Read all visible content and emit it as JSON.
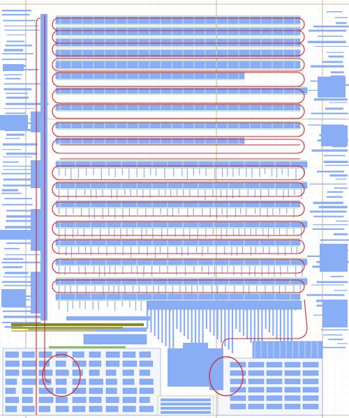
{
  "view": {
    "kind": "ic-layout-routing-view",
    "palette": {
      "background": "#ffffff",
      "grid": "#b5bdd0",
      "cell_fill": "#8aaef5",
      "cell_edge": "#5f8ef0",
      "net_red": "#d81e1e",
      "net_green": "#88c060",
      "net_olive": "#8a8a1c",
      "net_yellow": "#d2c060",
      "boundary": "#b7a66a"
    },
    "layers": [
      {
        "id": "left-pin-fanout",
        "visible_text": ""
      },
      {
        "id": "main-bus-channels",
        "visible_text": ""
      },
      {
        "id": "red-clock-serpentine",
        "visible_text": ""
      },
      {
        "id": "right-pin-fanout",
        "visible_text": ""
      },
      {
        "id": "lower-macro-blocks",
        "visible_text": ""
      },
      {
        "id": "highlight-circles",
        "visible_text": ""
      }
    ],
    "channel_count": 20,
    "highlight_circle_count": 2
  }
}
